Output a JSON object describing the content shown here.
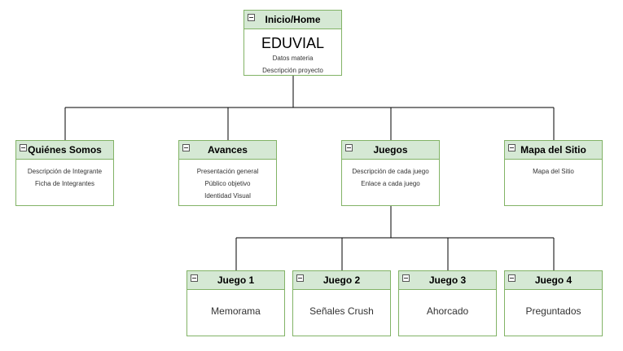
{
  "root": {
    "title": "Inicio/Home",
    "headline": "EDUVIAL",
    "items": [
      "Datos materia",
      "Descripción proyecto"
    ]
  },
  "level1": [
    {
      "title": "Quiénes Somos",
      "items": [
        "Descripción de Integrante",
        "Ficha de Integrantes"
      ]
    },
    {
      "title": "Avances",
      "items": [
        "Presentación general",
        "Público objetivo",
        "Identidad Visual"
      ]
    },
    {
      "title": "Juegos",
      "items": [
        "Descripción de cada juego",
        "Enlace a cada juego"
      ]
    },
    {
      "title": "Mapa del Sitio",
      "items": [
        "Mapa del Sitio"
      ]
    }
  ],
  "games": [
    {
      "title": "Juego 1",
      "name": "Memorama"
    },
    {
      "title": "Juego 2",
      "name": "Señales Crush"
    },
    {
      "title": "Juego 3",
      "name": "Ahorcado"
    },
    {
      "title": "Juego 4",
      "name": "Preguntados"
    }
  ],
  "colors": {
    "header_fill": "#d5e8d4",
    "border": "#82b366",
    "line": "#000000"
  }
}
